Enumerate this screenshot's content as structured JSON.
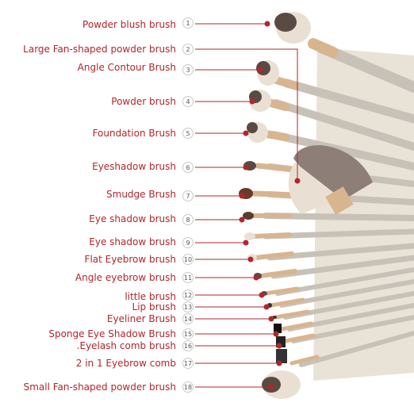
{
  "colors": {
    "label": "#b2262b",
    "leader": "#b2262b",
    "dot": "#b2262b",
    "handle": "#c5beb6",
    "ferrule": "#d8b58f",
    "bristle_dark": "#5a4a44",
    "bristle_light": "#f0e8dc"
  },
  "labels": [
    {
      "num": "1",
      "text": "Powder blush brush"
    },
    {
      "num": "2",
      "text": "Large Fan-shaped powder brush"
    },
    {
      "num": "3",
      "text": "Angle Contour Brush"
    },
    {
      "num": "4",
      "text": "Powder brush"
    },
    {
      "num": "5",
      "text": "Foundation Brush"
    },
    {
      "num": "6",
      "text": "Eyeshadow brush"
    },
    {
      "num": "7",
      "text": "Smudge Brush"
    },
    {
      "num": "8",
      "text": "Eye shadow brush"
    },
    {
      "num": "9",
      "text": "Eye shadow brush"
    },
    {
      "num": "10",
      "text": "Flat Eyebrow brush"
    },
    {
      "num": "11",
      "text": "Angle eyebrow brush"
    },
    {
      "num": "12",
      "text": "little brush"
    },
    {
      "num": "13",
      "text": "Lip brush"
    },
    {
      "num": "14",
      "text": "Eyeliner Brush"
    },
    {
      "num": "15",
      "text": "Sponge Eye Shadow Brush"
    },
    {
      "num": "16",
      "text": ".Eyelash comb brush"
    },
    {
      "num": "17",
      "text": "2 in 1 Eyebrow comb"
    },
    {
      "num": "18",
      "text": "Small Fan-shaped powder brush"
    }
  ]
}
